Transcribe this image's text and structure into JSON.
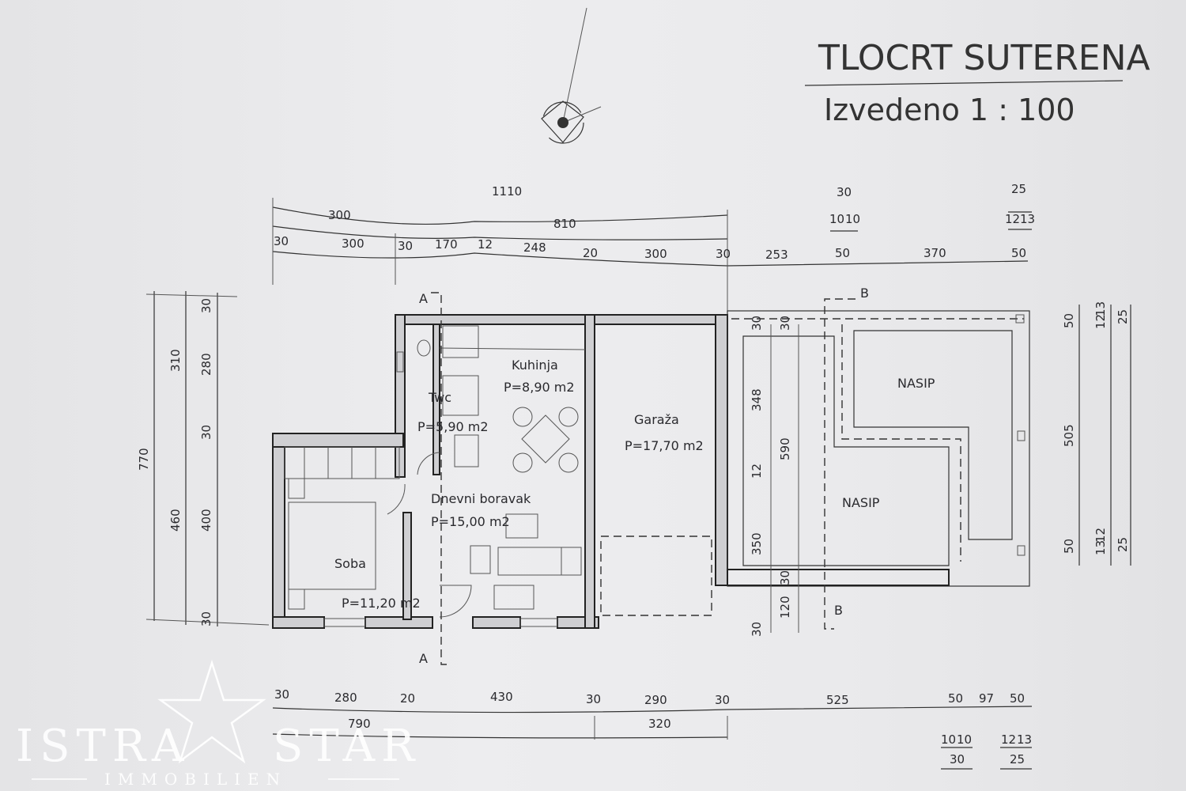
{
  "title": "TLOCRT SUTERENA",
  "subtitle": "Izvedeno  1 : 100",
  "rooms": [
    {
      "name": "Kuhinja",
      "area": "P=8,90 m2"
    },
    {
      "name": "Twc",
      "area": "P=5,90 m2"
    },
    {
      "name": "Garaža",
      "area": "P=17,70 m2"
    },
    {
      "name": "Dnevni boravak",
      "area": "P=15,00 m2"
    },
    {
      "name": "Soba",
      "area": "P=11,20 m2"
    },
    {
      "name": "NASIP",
      "area": ""
    },
    {
      "name": "NASIP",
      "area": ""
    }
  ],
  "sections": [
    "A",
    "A",
    "B",
    "B"
  ],
  "dims_top": [
    "1110",
    "300",
    "810",
    "30",
    "300",
    "30",
    "170",
    "12",
    "248",
    "20",
    "300",
    "30",
    "253",
    "50",
    "370",
    "50",
    "30",
    "10",
    "10",
    "25",
    "12",
    "13"
  ],
  "dims_left": [
    "770",
    "310",
    "460",
    "280",
    "400",
    "30",
    "30",
    "30"
  ],
  "dims_right": [
    "505",
    "50",
    "50",
    "12",
    "13",
    "25",
    "13",
    "12",
    "25"
  ],
  "dims_inner": [
    "30",
    "30",
    "348",
    "590",
    "12",
    "350",
    "30",
    "120",
    "30"
  ],
  "dims_bottom": [
    "30",
    "280",
    "20",
    "430",
    "30",
    "290",
    "30",
    "525",
    "50",
    "97",
    "50",
    "790",
    "320",
    "10",
    "10",
    "30",
    "12",
    "13",
    "25"
  ],
  "watermark": {
    "brand_left": "ISTRA",
    "brand_right": "STAR",
    "tagline": "IMMOBILIEN"
  }
}
